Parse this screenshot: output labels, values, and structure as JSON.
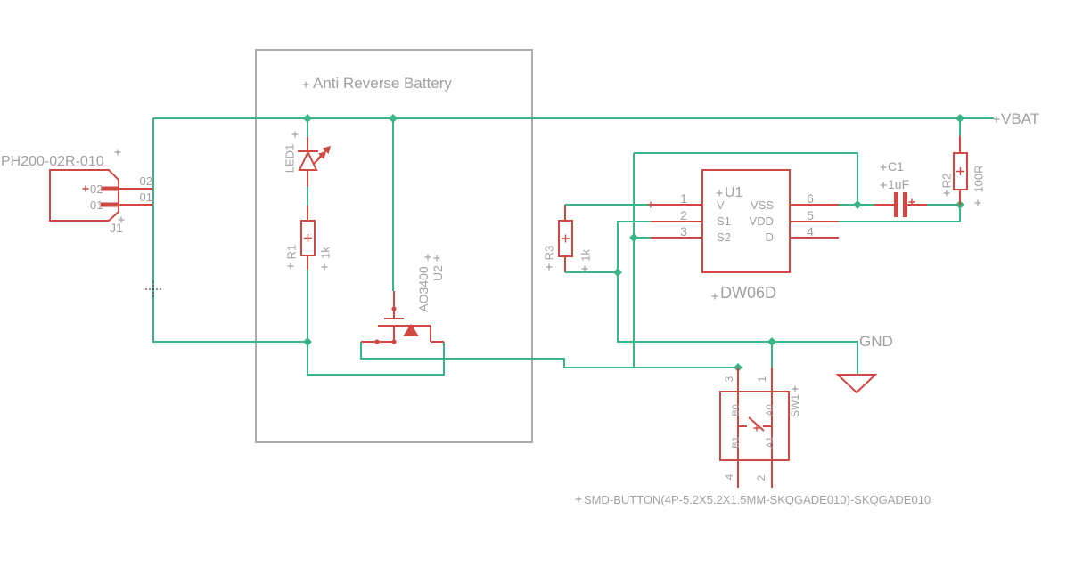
{
  "editor": {
    "background": "#ffffff",
    "colors": {
      "wire": "#3ab586",
      "part": "#cf4944",
      "label": "#a1a1a1",
      "frame": "#ababab",
      "origin": "#4a4a4a"
    }
  },
  "nets": {
    "vbat": "VBAT",
    "gnd": "GND"
  },
  "group_box": {
    "title": "Anti Reverse Battery"
  },
  "components": {
    "j1": {
      "ref": "J1",
      "value": "PH200-02R-010",
      "pins": [
        {
          "num": "02"
        },
        {
          "num": "01"
        }
      ]
    },
    "led1": {
      "ref": "LED1"
    },
    "r1": {
      "ref": "R1",
      "value": "1k"
    },
    "u2": {
      "ref": "U2",
      "value": "AO3400"
    },
    "r3": {
      "ref": "R3",
      "value": "1k"
    },
    "u1": {
      "ref": "U1",
      "value": "DW06D",
      "left_pins": [
        {
          "num": "1",
          "name": "V-"
        },
        {
          "num": "2",
          "name": "S1"
        },
        {
          "num": "3",
          "name": "S2"
        }
      ],
      "right_pins": [
        {
          "num": "6",
          "name": "VSS"
        },
        {
          "num": "5",
          "name": "VDD"
        },
        {
          "num": "4",
          "name": "D"
        }
      ]
    },
    "c1": {
      "ref": "C1",
      "value": "1uF"
    },
    "r2": {
      "ref": "R2",
      "value": "100R"
    },
    "sw1": {
      "ref": "SW1",
      "value": "SMD-BUTTON(4P-5.2X5.2X1.5MM-SKQGADE010)-SKQGADE010",
      "pins": [
        {
          "num": "3"
        },
        {
          "num": "1"
        },
        {
          "num": "4"
        },
        {
          "num": "2"
        }
      ],
      "contacts": [
        {
          "name": "B0"
        },
        {
          "name": "A0"
        },
        {
          "name": "B1"
        },
        {
          "name": "A1"
        }
      ]
    }
  }
}
